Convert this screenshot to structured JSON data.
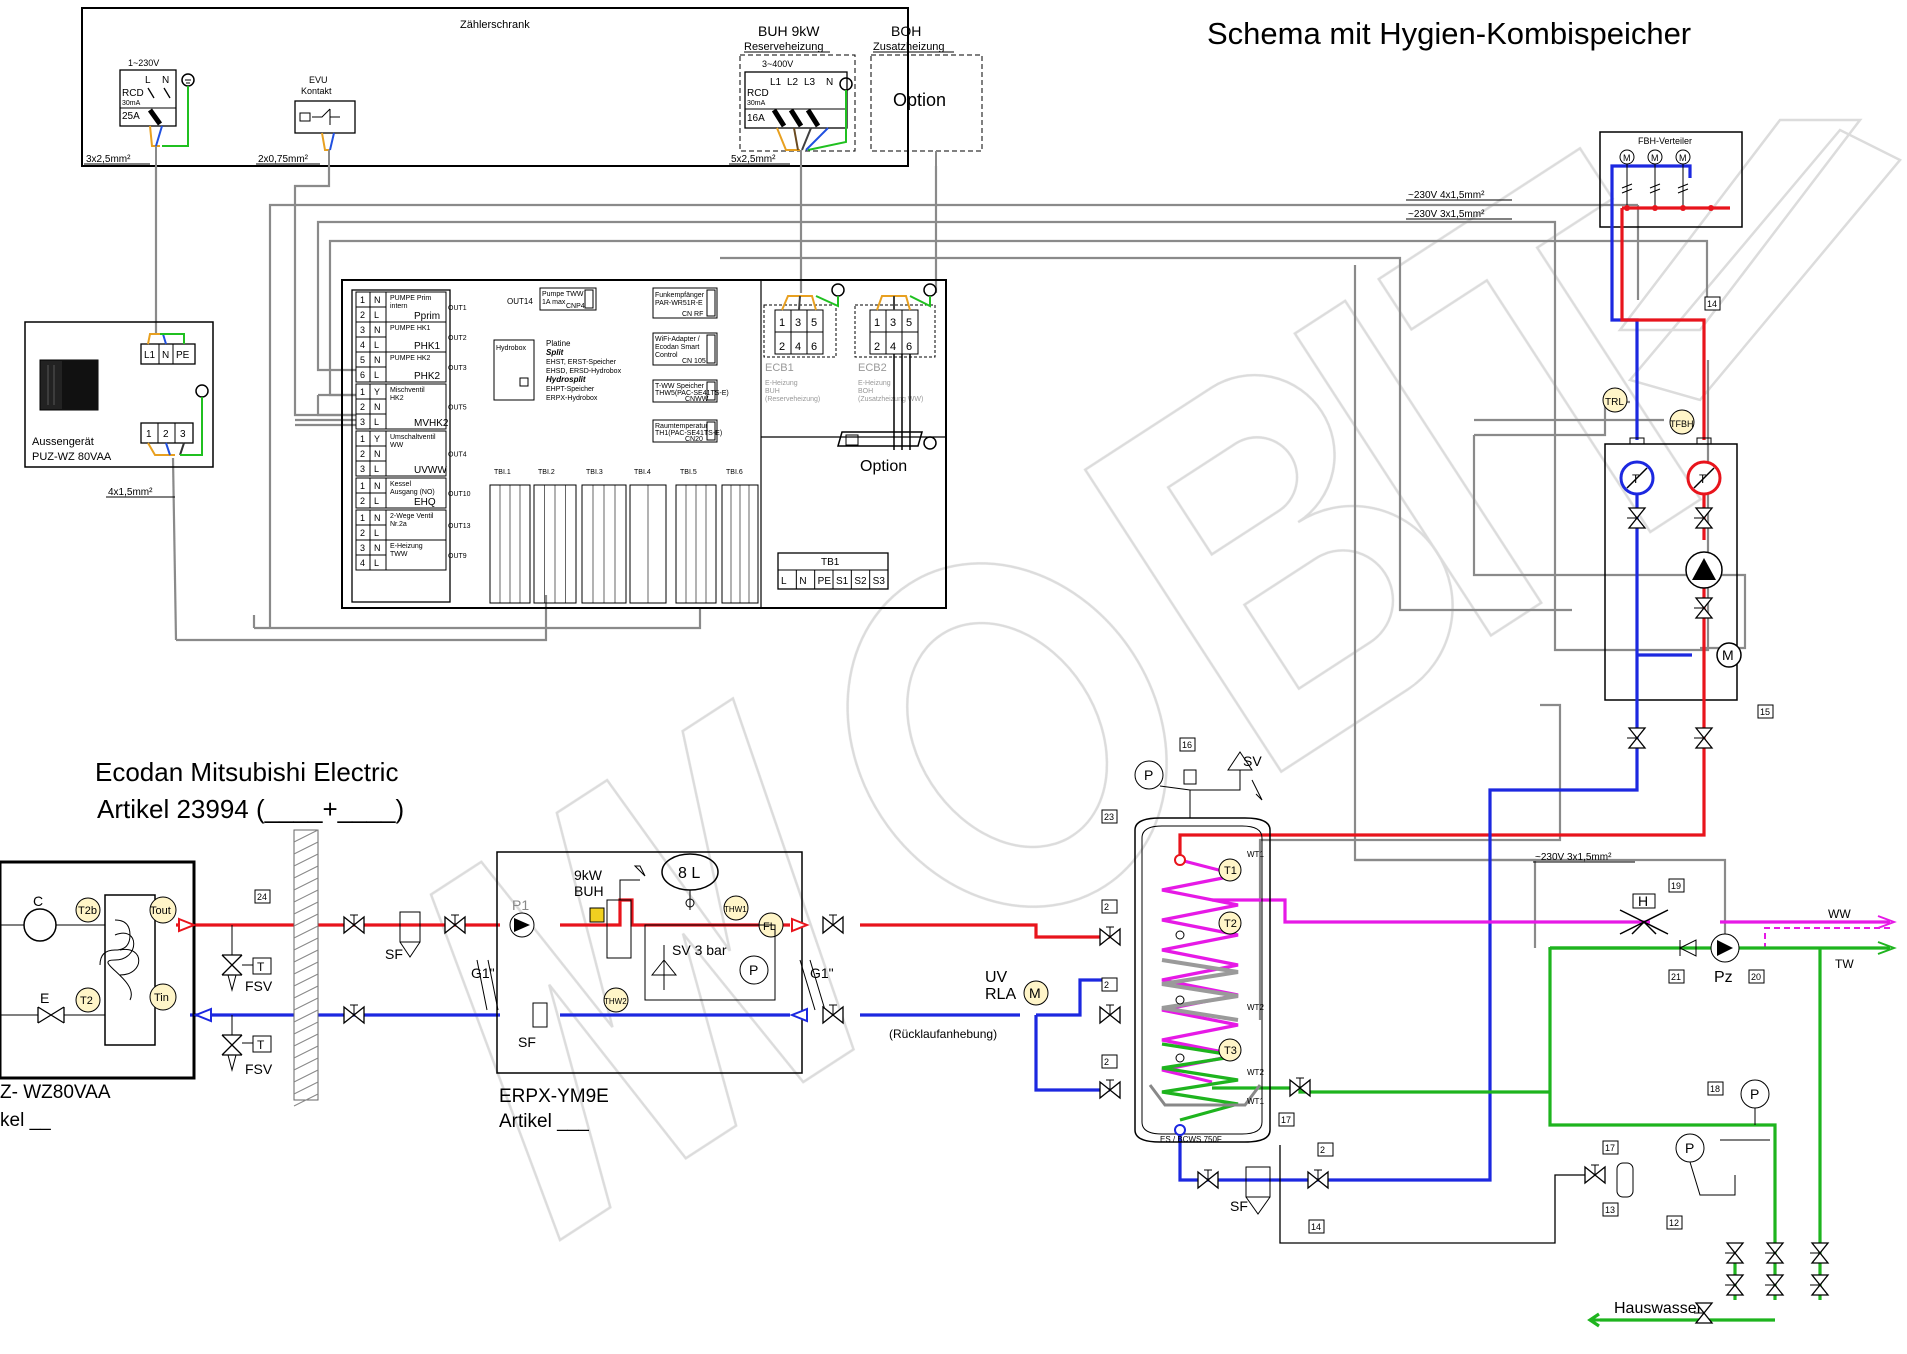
{
  "title": "Schema mit Hygien-Kombispeicher",
  "header": {
    "meter_cabinet": "Zählerschrank",
    "supply_1": "1~230V",
    "rcd_1": [
      "RCD",
      "30mA",
      "25A"
    ],
    "terminals_1": [
      "L",
      "N"
    ],
    "evu_label": "EVU",
    "evu_sub": "Kontakt",
    "buh_title": "BUH 9kW",
    "buh_sub": "Reserveheizung",
    "supply_3": "3~400V",
    "rcd_3": [
      "RCD",
      "30mA",
      "16A"
    ],
    "terminals_3": [
      "L1",
      "L2",
      "L3",
      "N"
    ],
    "boh_title": "BOH",
    "boh_sub": "Zusatzheizung",
    "option": "Option",
    "cable_1": "3x2,5mm²",
    "cable_2": "2x0,75mm²",
    "cable_3": "5x2,5mm²"
  },
  "cables": {
    "c4": "~230V  4x1,5mm²",
    "c5": "~230V  3x1,5mm²",
    "c6": "~230V  3x1,5mm²",
    "c7": "4x1,5mm²"
  },
  "outdoor_unit": {
    "terminals_top": [
      "L1",
      "N",
      "PE"
    ],
    "terminals_bottom": [
      "1",
      "2",
      "3"
    ],
    "name": "Aussengerät",
    "model": "PUZ-WZ 80VAA"
  },
  "controller": {
    "outputs": [
      {
        "rows": [
          [
            "1",
            "N"
          ],
          [
            "2",
            "L"
          ]
        ],
        "label": "PUMPE Prim",
        "sub": "intern",
        "sig": "Pprim",
        "out": "OUT1"
      },
      {
        "rows": [
          [
            "3",
            "N"
          ],
          [
            "4",
            "L"
          ]
        ],
        "label": "PUMPE HK1",
        "sub": "",
        "sig": "PHK1",
        "out": "OUT2"
      },
      {
        "rows": [
          [
            "5",
            "N"
          ],
          [
            "6",
            "L"
          ]
        ],
        "label": "PUMPE HK2",
        "sub": "",
        "sig": "PHK2",
        "out": "OUT3"
      },
      {
        "rows": [
          [
            "1",
            "Y"
          ],
          [
            "2",
            "N"
          ],
          [
            "3",
            "L"
          ]
        ],
        "label": "Mischventil",
        "sub": "HK2",
        "sig": "MVHK2",
        "out": "OUT5"
      },
      {
        "rows": [
          [
            "1",
            "Y"
          ],
          [
            "2",
            "N"
          ],
          [
            "3",
            "L"
          ]
        ],
        "label": "Umschaltventil",
        "sub": "WW",
        "sig": "UVWW",
        "out": "OUT4"
      },
      {
        "rows": [
          [
            "1",
            "N"
          ],
          [
            "2",
            "L"
          ]
        ],
        "label": "Kessel",
        "sub": "Ausgang (NO)",
        "sig": "EHQ",
        "out": "OUT10"
      },
      {
        "rows": [
          [
            "1",
            "N"
          ],
          [
            "2",
            "L"
          ]
        ],
        "label": "2-Wege Ventil",
        "sub": "Nr.2a",
        "sig": "",
        "out": "OUT13"
      },
      {
        "rows": [
          [
            "3",
            "N"
          ],
          [
            "4",
            "L"
          ]
        ],
        "label": "E-Heizung",
        "sub": "TWW",
        "sig": "",
        "out": "OUT9"
      }
    ],
    "out14": "OUT14",
    "pump_tww": [
      "Pumpe TWW",
      "1A max"
    ],
    "cn_names": [
      "CNP4",
      "CN RF",
      "CN 105",
      "CNWW",
      "CN20"
    ],
    "radio": [
      "Funkempfänger",
      "PAR-WR51R-E"
    ],
    "wifi": [
      "WiFi-Adapter /",
      "Ecodan Smart",
      "Control"
    ],
    "tww_sensor": [
      "T-WW Speicher",
      "THW5(PAC-SE41TS-E)"
    ],
    "room_sensor": [
      "Raumtemperatur",
      "TH1(PAC-SE41TS-E)"
    ],
    "board_lines": [
      "Platine",
      "Split",
      "EHST, ERST-Speicher",
      "EHSD, ERSD-Hydrobox",
      "Hydrosplit",
      "EHPT-Speicher",
      "ERPX-Hydrobox"
    ],
    "hydrobox": "Hydrobox",
    "tbi": [
      "TBI.1",
      "TBI.2",
      "TBI.3",
      "TBI.4",
      "TBI.5",
      "TBI.6"
    ],
    "ecb1": [
      "ECB1",
      "E-Heizung",
      "BUH",
      "(Reserveheizung)"
    ],
    "ecb2": [
      "ECB2",
      "E-Heizung",
      "BOH",
      "(Zusatzheizung WW)"
    ],
    "ecb_terms_top": [
      "1",
      "3",
      "5"
    ],
    "ecb_terms_bot": [
      "2",
      "4",
      "6"
    ],
    "option": "Option",
    "tb1": "TB1",
    "tb1_terms": [
      "L",
      "N",
      "PE",
      "S1",
      "S2",
      "S3"
    ]
  },
  "fbh": {
    "title": "FBH-Verteiler",
    "m": "M"
  },
  "hydraulic": {
    "ecodan": "Ecodan Mitsubishi Electric",
    "artikel": "Artikel 23994 (____+____)",
    "c": "C",
    "e": "E",
    "t2b": "T2b",
    "t2": "T2",
    "tout": "Tout",
    "tin": "Tin",
    "fsv": "FSV",
    "t": "T",
    "model_tail": "Z- WZ80VAA",
    "art_tail": "kel __",
    "sf": "SF",
    "g1": "G1\"",
    "p1": "P1",
    "buh": [
      "9kW",
      "BUH"
    ],
    "vessel": "8 L",
    "thw1": "THW1",
    "thw2": "THW2",
    "fl": "FL",
    "sv3": "SV 3 bar",
    "p": "P",
    "erpx": "ERPX-YM9E",
    "erpx_art": "Artikel ___",
    "uv": "UV",
    "rla": "RLA",
    "m": "M",
    "ruecklauf": "(Rücklaufanhebung)",
    "sv": "SV",
    "tank": "ES / BCWS 750F",
    "wt": [
      "WT1",
      "WT2",
      "WT2",
      "WT1"
    ],
    "tanks_t": [
      "T1",
      "T2",
      "T3"
    ],
    "trl": "TRL",
    "tfbh": "TFBH",
    "h": "H",
    "ww": "WW",
    "tw": "TW",
    "pz": "Pz",
    "hauswasser": "Hauswasser",
    "nums": [
      "24",
      "2",
      "2",
      "2",
      "2",
      "16",
      "23",
      "17",
      "17",
      "18",
      "19",
      "20",
      "21",
      "13",
      "12",
      "14",
      "14",
      "15"
    ]
  },
  "watermark": "WOBITEC",
  "colors": {
    "supply": "#e8141c",
    "return": "#1c28e0",
    "hot_water": "#e619e6",
    "cold_water": "#1eb41e",
    "cable": "#8a8a8a"
  }
}
